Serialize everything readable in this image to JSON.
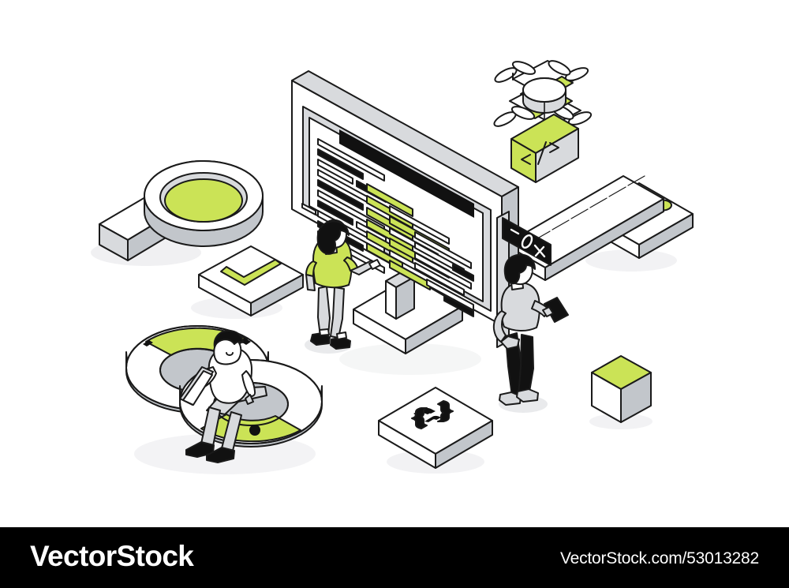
{
  "footer": {
    "brand": "VectorStock",
    "credit": "VectorStock.com/53013282",
    "bar_color": "#000000",
    "text_color": "#ffffff"
  },
  "illustration": {
    "title": "Isometric software development line illustration",
    "background": "#ffffff",
    "palette": {
      "accent_green": "#cbe356",
      "gray_light": "#d8dadd",
      "gray_mid": "#b9bdc2",
      "gray_dark": "#9aa0a6",
      "black": "#111111",
      "stroke": "#1a1a1a",
      "shadow": "#e9eaec",
      "white": "#ffffff"
    },
    "objects": [
      {
        "name": "monitor",
        "label": "Large isometric desktop monitor with code rows on screen"
      },
      {
        "name": "window-controls",
        "label": "— O X"
      },
      {
        "name": "magnifier",
        "label": "Magnifying glass with green lens"
      },
      {
        "name": "checkmark-slab",
        "label": "White slab with green check mark"
      },
      {
        "name": "infinity-loop",
        "label": "Green and grey DevOps infinity loop"
      },
      {
        "name": "braces-slab",
        "label": "White slab with black curly braces"
      },
      {
        "name": "image-slab",
        "label": "White slab with green picture icon"
      },
      {
        "name": "green-cube",
        "label": "Cube with green top face"
      },
      {
        "name": "drone",
        "label": "Quadcopter drone carrying a green code parcel"
      },
      {
        "name": "code-parcel",
        "label": "Green box with angle bracket code symbol"
      },
      {
        "name": "ruler",
        "label": "Long isometric ruler with tick marks"
      },
      {
        "name": "person-at-monitor",
        "label": "Woman in green tee pointing at the screen"
      },
      {
        "name": "person-with-tablet",
        "label": "Man in grey sweater holding a tablet"
      },
      {
        "name": "person-on-loop",
        "label": "Man sitting on the infinity loop with a laptop"
      }
    ],
    "screen_rows": {
      "col_a": [
        "bar",
        "black",
        "black",
        "bar",
        "black",
        "bar",
        "black",
        "bar",
        "black"
      ],
      "col_b": [
        "green",
        "green",
        "green",
        "green",
        "green",
        "green"
      ],
      "col_c": [
        "bar",
        "green",
        "green",
        "bar",
        "green",
        "bar"
      ],
      "col_d": [
        "bar",
        "bar",
        "black",
        "bar",
        "bar",
        "black"
      ]
    }
  }
}
